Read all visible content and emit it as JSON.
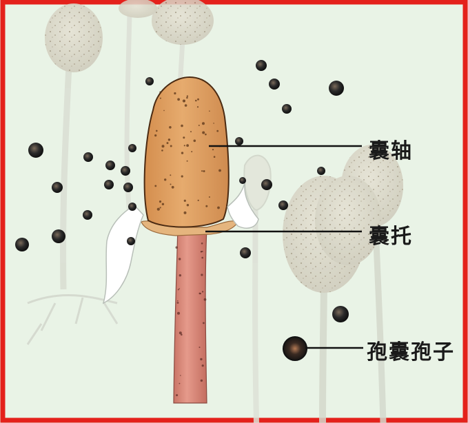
{
  "diagram": {
    "labels": {
      "columella": "囊轴",
      "apophysis": "囊托",
      "sporangiospore": "孢囊孢子"
    },
    "colors": {
      "frame": "#e4211b",
      "background": "#e9f3e6",
      "columella_fill": "#dfa163",
      "stalk_fill": "#de8a7c",
      "spore_fill": "#2a2a2a",
      "faded_sporangium": "#d8d5c8"
    }
  }
}
